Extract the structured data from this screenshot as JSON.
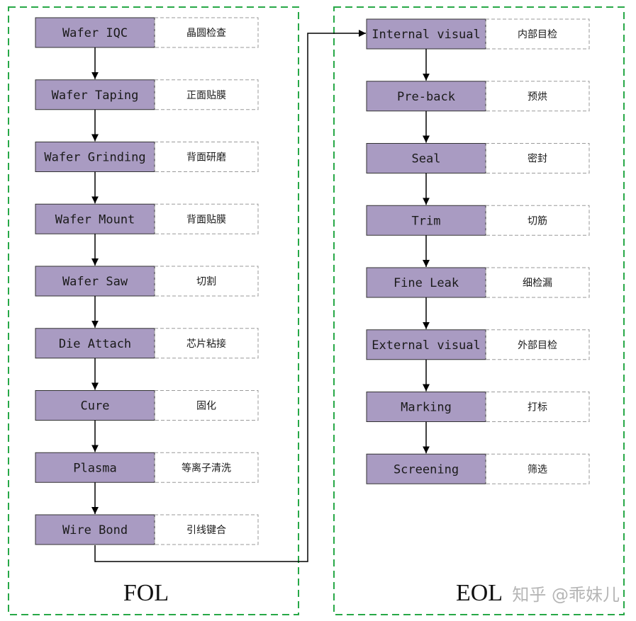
{
  "sections": {
    "fol": {
      "label": "FOL",
      "steps": [
        {
          "en": "Wafer IQC",
          "cn": "晶圆检查"
        },
        {
          "en": "Wafer Taping",
          "cn": "正面贴膜"
        },
        {
          "en": "Wafer Grinding",
          "cn": "背面研磨"
        },
        {
          "en": "Wafer Mount",
          "cn": "背面贴膜"
        },
        {
          "en": "Wafer Saw",
          "cn": "切割"
        },
        {
          "en": "Die Attach",
          "cn": "芯片粘接"
        },
        {
          "en": "Cure",
          "cn": "固化"
        },
        {
          "en": "Plasma",
          "cn": "等离子清洗"
        },
        {
          "en": "Wire Bond",
          "cn": "引线键合"
        }
      ]
    },
    "eol": {
      "label": "EOL",
      "steps": [
        {
          "en": "Internal visual",
          "cn": "内部目检"
        },
        {
          "en": "Pre-back",
          "cn": "预烘"
        },
        {
          "en": "Seal",
          "cn": "密封"
        },
        {
          "en": "Trim",
          "cn": "切筋"
        },
        {
          "en": "Fine Leak",
          "cn": "细检漏"
        },
        {
          "en": "External visual",
          "cn": "外部目检"
        },
        {
          "en": "Marking",
          "cn": "打标"
        },
        {
          "en": "Screening",
          "cn": "筛选"
        }
      ]
    }
  },
  "watermark": "知乎 @乖妹儿",
  "colors": {
    "step_fill": "#a99bc2",
    "border_green": "#27a847",
    "line": "#000000"
  }
}
